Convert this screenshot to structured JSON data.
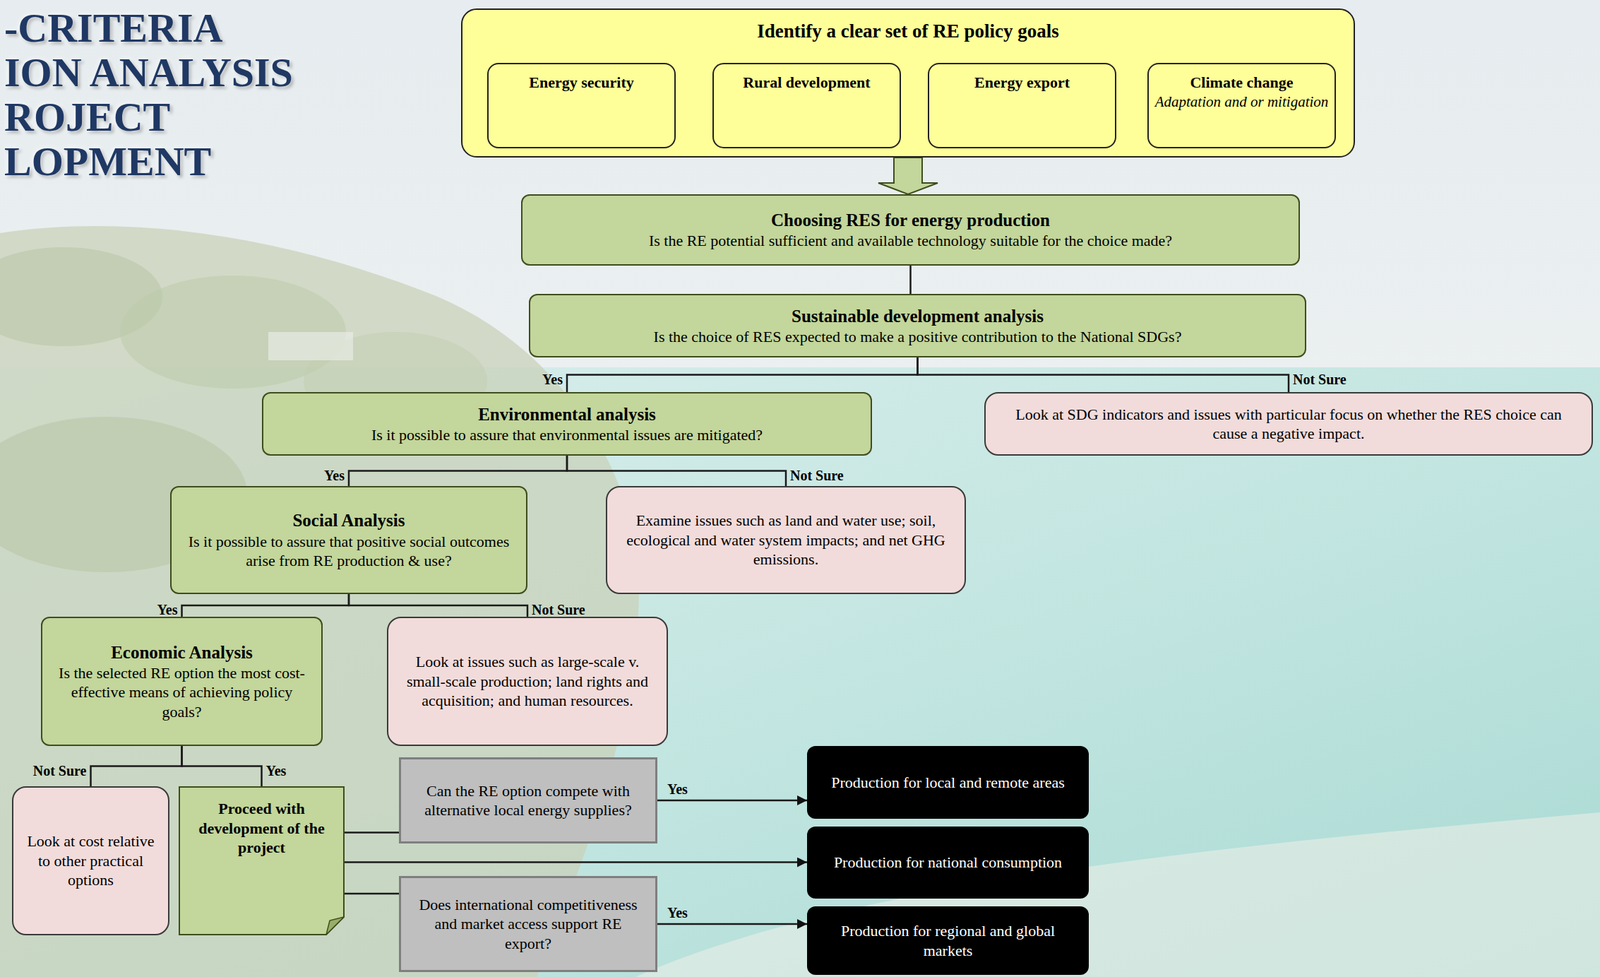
{
  "diagram": {
    "title": "-CRITERIA ION ANALYSIS ROJECT LOPMENT",
    "nodes": [
      {
        "text": [
          "Identify a clear set of RE policy goals"
        ]
      },
      {
        "text": [
          "Energy security"
        ],
        "in": 0
      },
      {
        "text": [
          "Rural development"
        ],
        "in": 0
      },
      {
        "text": [
          "Energy export"
        ],
        "in": 0
      },
      {
        "text": [
          "Climate change",
          "Adaptation and or mitigation"
        ],
        "in": 0
      },
      {
        "text": [
          "Choosing RES for energy production",
          "Is the RE potential sufficient and available technology suitable for the choice made?"
        ]
      },
      {
        "text": [
          "Sustainable development analysis",
          "Is the choice of RES expected to make a positive contribution to the National SDGs?"
        ]
      },
      {
        "text": [
          "Environmental analysis",
          "Is it possible to assure that environmental issues are mitigated?"
        ]
      },
      {
        "text": [
          "Look at SDG indicators and issues with particular focus on whether the RES choice can cause a negative impact."
        ]
      },
      {
        "text": [
          "Social Analysis",
          "Is it possible to assure that positive social outcomes arise from RE production & use?"
        ]
      },
      {
        "text": [
          "Examine issues such as land and water use; soil, ecological and water system impacts; and net GHG emissions."
        ]
      },
      {
        "text": [
          "Economic Analysis",
          "Is the selected RE option the most cost-effective means of achieving policy goals?"
        ]
      },
      {
        "text": [
          "Look at issues such as large-scale v. small-scale production; land rights and acquisition; and human resources."
        ]
      },
      {
        "text": [
          "Look at cost relative to other practical options"
        ]
      },
      {
        "text": [
          "Proceed with development of the project"
        ]
      },
      {
        "text": [
          "Can the RE option compete with alternative local energy supplies?"
        ]
      },
      {
        "text": [
          "Does international competitiveness and market access support RE export?"
        ]
      },
      {
        "text": [
          "Production for local and remote areas"
        ]
      },
      {
        "text": [
          "Production for national consumption"
        ]
      },
      {
        "text": [
          "Production for regional and global markets"
        ]
      }
    ],
    "edges": [
      {
        "from": 0,
        "to": 5,
        "arrow": "to"
      },
      {
        "from": 5,
        "to": 6,
        "arrow": "none"
      },
      {
        "from": 6,
        "to": 7,
        "label": "Yes",
        "arrow": "none"
      },
      {
        "from": 6,
        "to": 8,
        "label": "Not Sure",
        "arrow": "none"
      },
      {
        "from": 7,
        "to": 9,
        "label": "Yes",
        "arrow": "none"
      },
      {
        "from": 7,
        "to": 10,
        "label": "Not Sure",
        "arrow": "none"
      },
      {
        "from": 9,
        "to": 11,
        "label": "Yes",
        "arrow": "none"
      },
      {
        "from": 9,
        "to": 12,
        "label": "Not Sure",
        "arrow": "none"
      },
      {
        "from": 11,
        "to": 13,
        "label": "Not Sure",
        "arrow": "none"
      },
      {
        "from": 11,
        "to": 14,
        "label": "Yes",
        "arrow": "none"
      },
      {
        "from": 14,
        "to": 15,
        "arrow": "none"
      },
      {
        "from": 14,
        "to": 18,
        "arrow": "to"
      },
      {
        "from": 14,
        "to": 16,
        "arrow": "none"
      },
      {
        "from": 15,
        "to": 17,
        "label": "Yes",
        "arrow": "to"
      },
      {
        "from": 16,
        "to": 19,
        "label": "Yes",
        "arrow": "to"
      }
    ]
  }
}
